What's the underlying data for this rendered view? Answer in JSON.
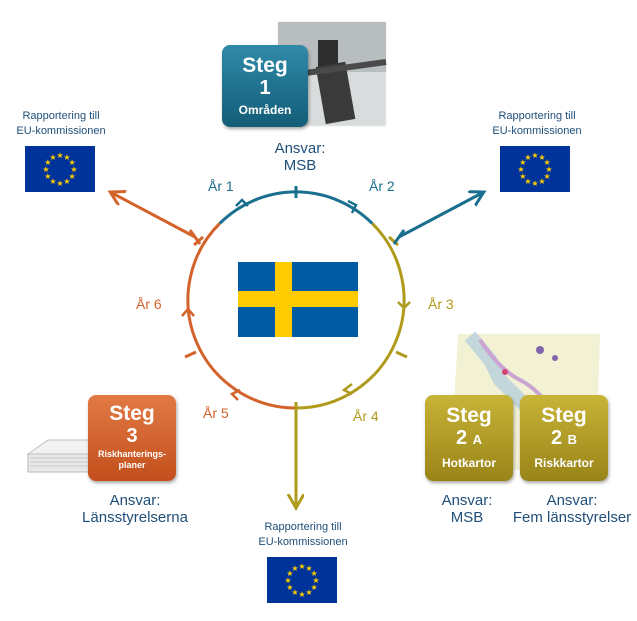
{
  "colors": {
    "blue": "#1a6e8e",
    "gold": "#b09a1c",
    "orange": "#d4622b",
    "text_blue": "#1f4e79"
  },
  "reporting": {
    "line1": "Rapportering till",
    "line2": "EU-kommissionen"
  },
  "years": [
    "År 1",
    "År 2",
    "År 3",
    "År 4",
    "År 5",
    "År 6"
  ],
  "step1": {
    "steg": "Steg",
    "num": "1",
    "name": "Områden",
    "ansvar_label": "Ansvar:",
    "ansvar": "MSB"
  },
  "step2a": {
    "steg": "Steg",
    "num": "2",
    "letter": "A",
    "name": "Hotkartor",
    "ansvar_label": "Ansvar:",
    "ansvar": "MSB"
  },
  "step2b": {
    "steg": "Steg",
    "num": "2",
    "letter": "B",
    "name": "Riskkartor",
    "ansvar_label": "Ansvar:",
    "ansvar": "Fem länsstyrelser"
  },
  "step3": {
    "steg": "Steg",
    "num": "3",
    "name_line1": "Riskhanterings-",
    "name_line2": "planer",
    "ansvar_label": "Ansvar:",
    "ansvar": "Länsstyrelserna"
  },
  "icons": [
    "eu-flag-icon",
    "swedish-flag-icon",
    "document-stack-icon"
  ]
}
